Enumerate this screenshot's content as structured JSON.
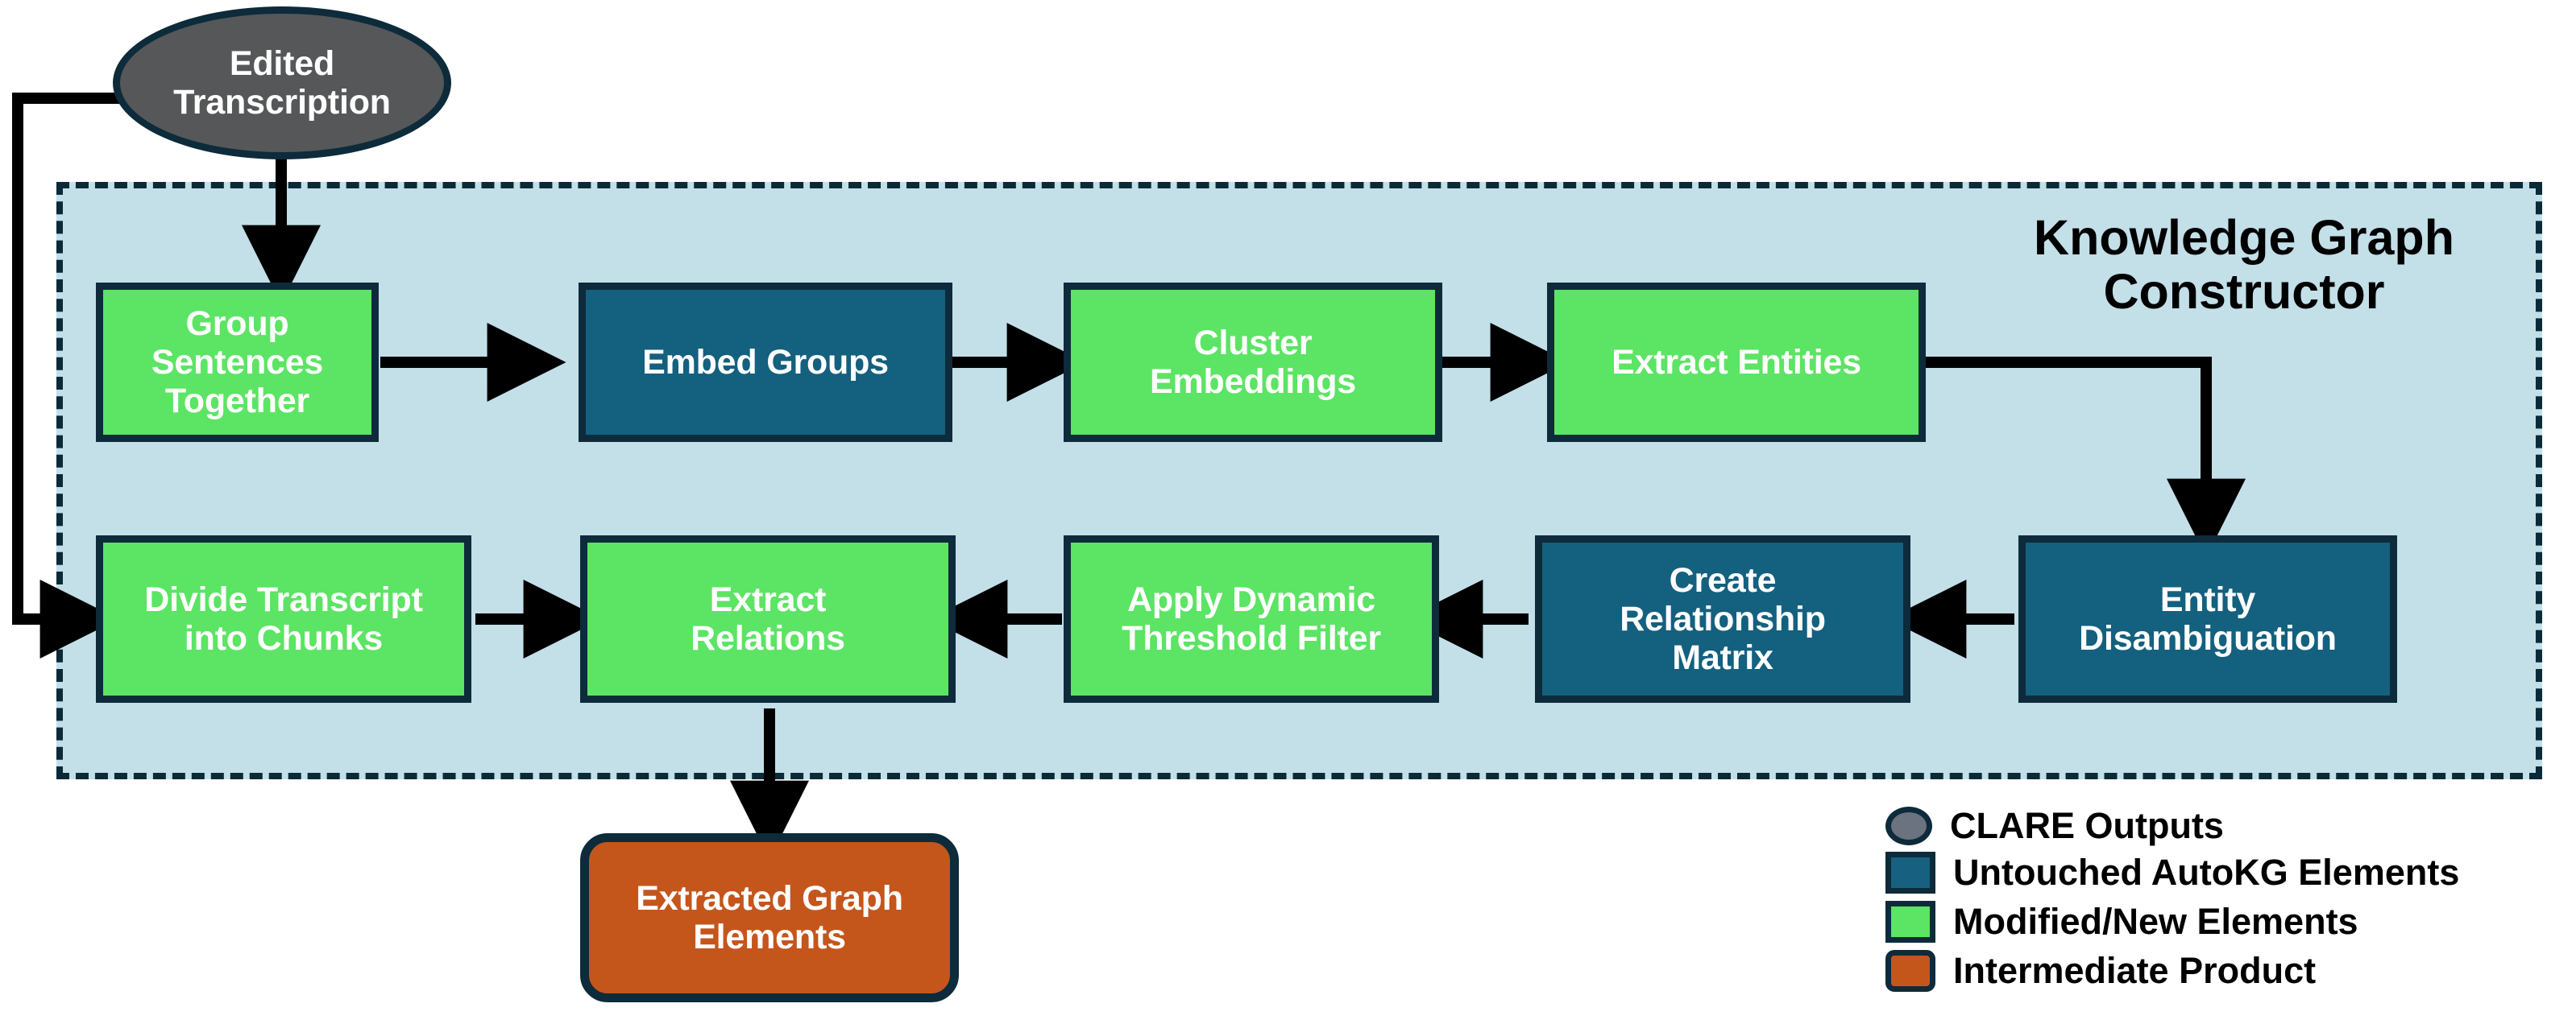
{
  "diagram": {
    "container": {
      "title_line1": "Knowledge Graph",
      "title_line2": "Constructor"
    },
    "input_node": {
      "line1": "Edited",
      "line2": "Transcription"
    },
    "output_node": {
      "line1": "Extracted Graph",
      "line2": "Elements"
    },
    "row1": [
      {
        "id": "group-sentences-together",
        "lines": [
          "Group",
          "Sentences",
          "Together"
        ],
        "type": "modified"
      },
      {
        "id": "embed-groups",
        "lines": [
          "Embed Groups"
        ],
        "type": "untouched"
      },
      {
        "id": "cluster-embeddings",
        "lines": [
          "Cluster",
          "Embeddings"
        ],
        "type": "modified"
      },
      {
        "id": "extract-entities",
        "lines": [
          "Extract Entities"
        ],
        "type": "modified"
      }
    ],
    "row2": [
      {
        "id": "divide-transcript-into-chunks",
        "lines": [
          "Divide Transcript",
          "into Chunks"
        ],
        "type": "modified"
      },
      {
        "id": "extract-relations",
        "lines": [
          "Extract",
          "Relations"
        ],
        "type": "modified"
      },
      {
        "id": "apply-dynamic-threshold-filter",
        "lines": [
          "Apply Dynamic",
          "Threshold Filter"
        ],
        "type": "modified"
      },
      {
        "id": "create-relationship-matrix",
        "lines": [
          "Create",
          "Relationship",
          "Matrix"
        ],
        "type": "untouched"
      },
      {
        "id": "entity-disambiguation",
        "lines": [
          "Entity",
          "Disambiguation"
        ],
        "type": "untouched"
      }
    ],
    "legend": [
      {
        "shape": "ellipse",
        "color": "#6b7280",
        "label": "CLARE Outputs"
      },
      {
        "shape": "square",
        "color": "#17607f",
        "label": "Untouched AutoKG Elements"
      },
      {
        "shape": "square",
        "color": "#5ce464",
        "label": "Modified/New Elements"
      },
      {
        "shape": "rounded-square",
        "color": "#c4561c",
        "label": "Intermediate Product"
      }
    ],
    "colors": {
      "container_fill": "#c3dfe8",
      "outline": "#0d2b3a",
      "modified": "#5ce464",
      "untouched": "#14607f",
      "clare": "#555759",
      "intermediate": "#c4561c",
      "arrow": "#000000"
    }
  }
}
